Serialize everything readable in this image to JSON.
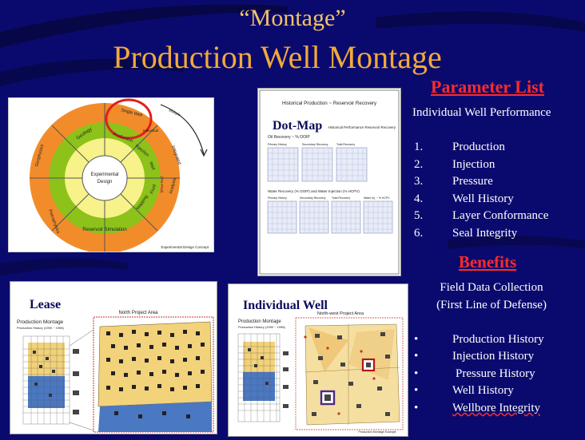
{
  "slide": {
    "title_line1": "“Montage”",
    "title_line2": "Production Well Montage"
  },
  "diagram": {
    "center": [
      "Experimental",
      "Design"
    ],
    "inner_ring": [
      "Geology",
      "Production",
      "Injection",
      "Well",
      "Fluid",
      "Mapping",
      "Reservoir Simulation",
      "Petrophysics"
    ],
    "outer_ring": [
      "Single Well",
      "Integrated",
      "Analysis",
      "Geophysics"
    ],
    "sub_labels": [
      "Individual",
      "(Pre-Post)",
      "Multiple"
    ],
    "caption": "Experimental Design Concept"
  },
  "dotmap": {
    "label": "Dot-Map",
    "title": "Historical Production ~ Reservoir Recovery",
    "subtitle_left": "Oil Recovery ~ % OOIP",
    "subtitle_right": "Historical Performance Reservoir Recovery",
    "row1_headers": [
      "Primary History",
      "Secondary Recovery",
      "Total Recovery"
    ],
    "row2_title": "Water Recovery (% OOIP) and Water Injection (% HCPV)",
    "row2_headers": [
      "Primary History",
      "Secondary Recovery",
      "Total Recovery",
      "Water Inj. ~ % HCPV"
    ]
  },
  "lease": {
    "label": "Lease",
    "area": "North Project Area",
    "title": "Production Montage",
    "subtitle": "Production History (1990 ~ 1998)"
  },
  "individual_well": {
    "label": "Individual Well",
    "area": "North-west Project Area",
    "title": "Production Montage",
    "subtitle": "Production History (1990 ~ 1998)",
    "caption": "Production Montage Example"
  },
  "parameter_list": {
    "title": "Parameter List",
    "heading": "Individual Well Performance",
    "items": [
      {
        "num": "1.",
        "text": "Production"
      },
      {
        "num": "2.",
        "text": "Injection"
      },
      {
        "num": "3.",
        "text": "Pressure"
      },
      {
        "num": "4.",
        "text": "Well History"
      },
      {
        "num": "5.",
        "text": "Layer Conformance"
      },
      {
        "num": "6.",
        "text": "Seal Integrity"
      }
    ]
  },
  "benefits": {
    "title": "Benefits",
    "line1": "Field Data Collection",
    "line2": "(First Line of Defense)",
    "bullet": "•",
    "items": [
      "Production History",
      "Injection History",
      "Pressure History",
      "Well History",
      "Wellbore Integrity"
    ]
  },
  "colors": {
    "background": "#0a0a6e",
    "title1": "#f2c265",
    "title2": "#f2a93a",
    "accent_red": "#ff2a2a",
    "ring_orange": "#f28c2a",
    "ring_green": "#8cc21a",
    "ring_yellow": "#f7f28a"
  }
}
